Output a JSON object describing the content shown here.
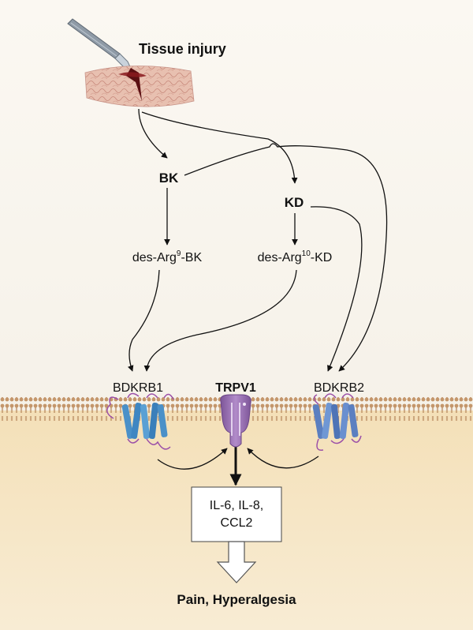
{
  "nodes": {
    "tissue_injury": "Tissue injury",
    "bk": "BK",
    "kd": "KD",
    "des_arg9_bk": {
      "prefix": "des-Arg",
      "sup": "9",
      "suffix": "-BK"
    },
    "des_arg10_kd": {
      "prefix": "des-Arg",
      "sup": "10",
      "suffix": "-KD"
    },
    "bdkrb1": "BDKRB1",
    "trpv1": "TRPV1",
    "bdkrb2": "BDKRB2",
    "cytokines": [
      "IL-6, IL-8,",
      "CCL2"
    ],
    "outcome": "Pain, Hyperalgesia"
  },
  "colors": {
    "background_top": "#f5f0e6",
    "cytoplasm": "#f6e7c8",
    "membrane": "#c89b6a",
    "bdkrb1_helix": "#4a90c8",
    "bdkrb2_helix": "#5b7fc0",
    "loops": "#9b4fa8",
    "trpv1": "#9a6fb5",
    "wound": "#c08a7a"
  }
}
